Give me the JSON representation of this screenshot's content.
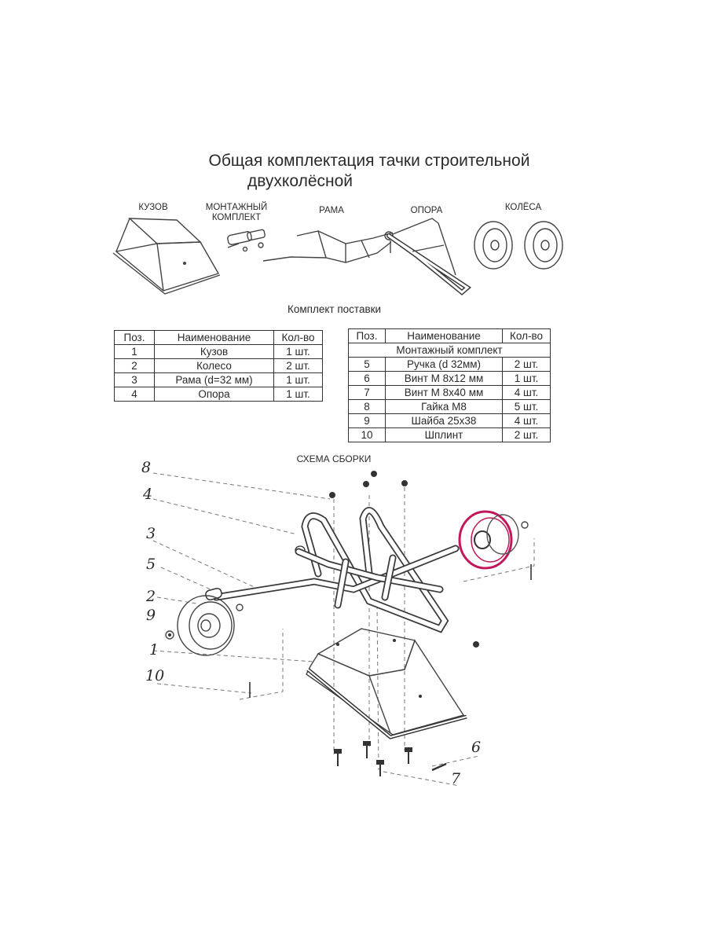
{
  "header": {
    "title_line1": "Общая комплектация тачки строительной",
    "title_line2": "двухколёсной"
  },
  "components": [
    {
      "label": "КУЗОВ",
      "icon": "tub-icon"
    },
    {
      "label": "МОНТАЖНЫЙ\nКОМПЛЕКТ",
      "icon": "hardware-kit-icon"
    },
    {
      "label": "РАМА",
      "icon": "frame-icon"
    },
    {
      "label": "ОПОРА",
      "icon": "support-icon"
    },
    {
      "label": "КОЛЁСА",
      "icon": "wheels-icon"
    }
  ],
  "delivery": {
    "title": "Комплект поставки",
    "table1": {
      "headers": [
        "Поз.",
        "Наименование",
        "Кол-во"
      ],
      "rows": [
        [
          "1",
          "Кузов",
          "1 шт."
        ],
        [
          "2",
          "Колесо",
          "2 шт."
        ],
        [
          "3",
          "Рама (d=32 мм)",
          "1 шт."
        ],
        [
          "4",
          "Опора",
          "1 шт."
        ]
      ]
    },
    "table2": {
      "headers": [
        "Поз.",
        "Наименование",
        "Кол-во"
      ],
      "group": "Монтажный комплект",
      "rows": [
        [
          "5",
          "Ручка (d 32мм)",
          "2 шт."
        ],
        [
          "6",
          "Винт М 8х12 мм",
          "1 шт."
        ],
        [
          "7",
          "Винт М 8х40 мм",
          "4 шт."
        ],
        [
          "8",
          "Гайка М8",
          "5 шт."
        ],
        [
          "9",
          "Шайба 25х38",
          "4 шт."
        ],
        [
          "10",
          "Шплинт",
          "2 шт."
        ]
      ]
    }
  },
  "assembly": {
    "title": "СХЕМА СБОРКИ",
    "callouts": [
      "8",
      "4",
      "3",
      "5",
      "2",
      "9",
      "1",
      "10",
      "6",
      "7"
    ],
    "highlight_color": "#c2185b"
  }
}
